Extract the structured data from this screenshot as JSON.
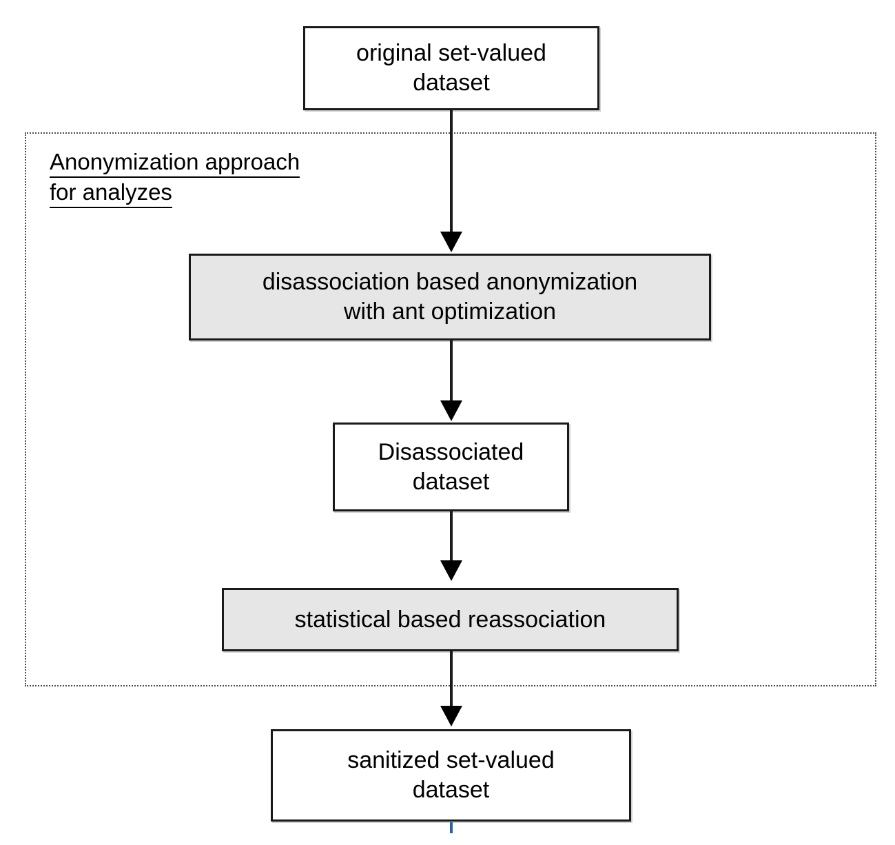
{
  "diagram": {
    "title_label": "Anonymization approach\nfor analyzes",
    "group_label_line1": "Anonymization approach",
    "group_label_line2": "for analyzes",
    "nodes": [
      {
        "id": "original-dataset",
        "label": "original set-valued\ndataset",
        "style": "plain"
      },
      {
        "id": "disassociation-ant",
        "label": "disassociation based anonymization\nwith ant optimization",
        "style": "shaded"
      },
      {
        "id": "disassociated-dataset",
        "label": "Disassociated\ndataset",
        "style": "plain"
      },
      {
        "id": "statistical-reassociation",
        "label": "statistical based reassociation",
        "style": "shaded"
      },
      {
        "id": "sanitized-dataset",
        "label": "sanitized set-valued\ndataset",
        "style": "plain"
      }
    ],
    "edges": [
      {
        "from": "original-dataset",
        "to": "disassociation-ant"
      },
      {
        "from": "disassociation-ant",
        "to": "disassociated-dataset"
      },
      {
        "from": "disassociated-dataset",
        "to": "statistical-reassociation"
      },
      {
        "from": "statistical-reassociation",
        "to": "sanitized-dataset"
      }
    ],
    "colors": {
      "shaded_fill": "#e6e6e6",
      "plain_fill": "#ffffff",
      "border": "#1a1a1a",
      "group_border": "#4d4d4d",
      "arrow": "#000000",
      "tick": "#2f5f9e"
    }
  }
}
